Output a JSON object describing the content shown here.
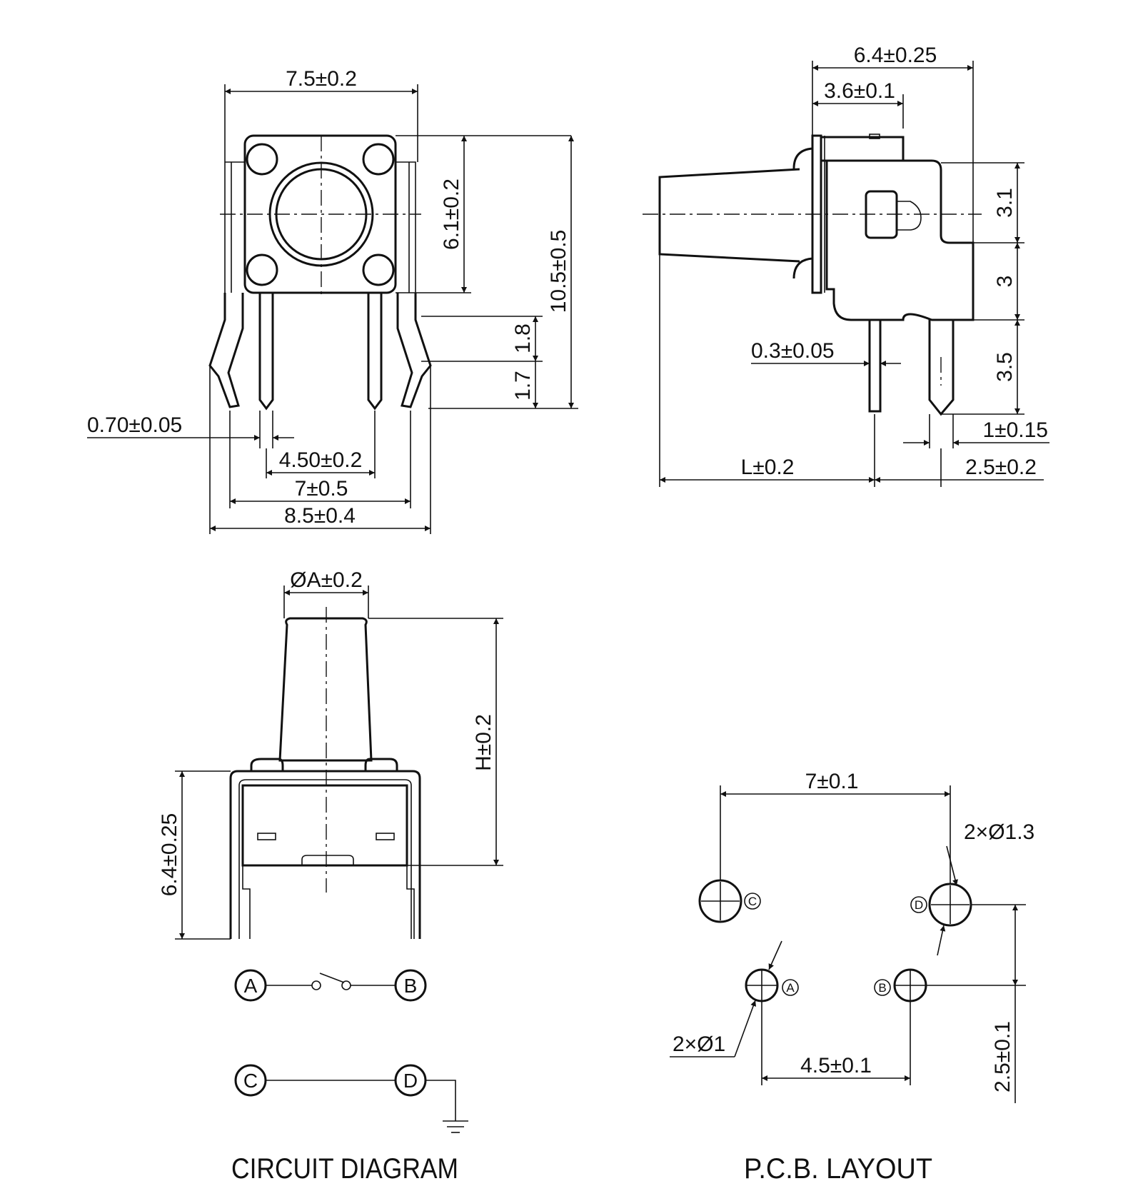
{
  "front_view": {
    "width_top": "7.5±0.2",
    "height_body": "6.1±0.2",
    "height_total": "10.5±0.5",
    "lead_a": "1.8",
    "lead_b": "1.7",
    "pin_width": "0.70±0.05",
    "pin_pitch_inner": "4.50±0.2",
    "pin_pitch_mid": "7±0.5",
    "pin_pitch_outer": "8.5±0.4"
  },
  "side_view": {
    "depth_total": "6.4±0.25",
    "depth_partial": "3.6±0.1",
    "h1": "3.1",
    "h2": "3",
    "h3": "3.5",
    "pin_thickness": "0.3±0.05",
    "pin_width": "1±0.15",
    "length": "L±0.2",
    "offset": "2.5±0.2"
  },
  "top_view": {
    "diameter": "ØA±0.2",
    "height": "H±0.2",
    "depth": "6.4±0.25"
  },
  "circuit": {
    "caption": "CIRCUIT DIAGRAM",
    "node_a": "A",
    "node_b": "B",
    "node_c": "C",
    "node_d": "D"
  },
  "pcb": {
    "caption": "P.C.B. LAYOUT",
    "spacing_top": "7±0.1",
    "hole_large": "2×Ø1.3",
    "hole_small": "2×Ø1",
    "spacing_bottom": "4.5±0.1",
    "vertical": "2.5±0.1",
    "label_a": "A",
    "label_b": "B",
    "label_c": "C",
    "label_d": "D"
  }
}
